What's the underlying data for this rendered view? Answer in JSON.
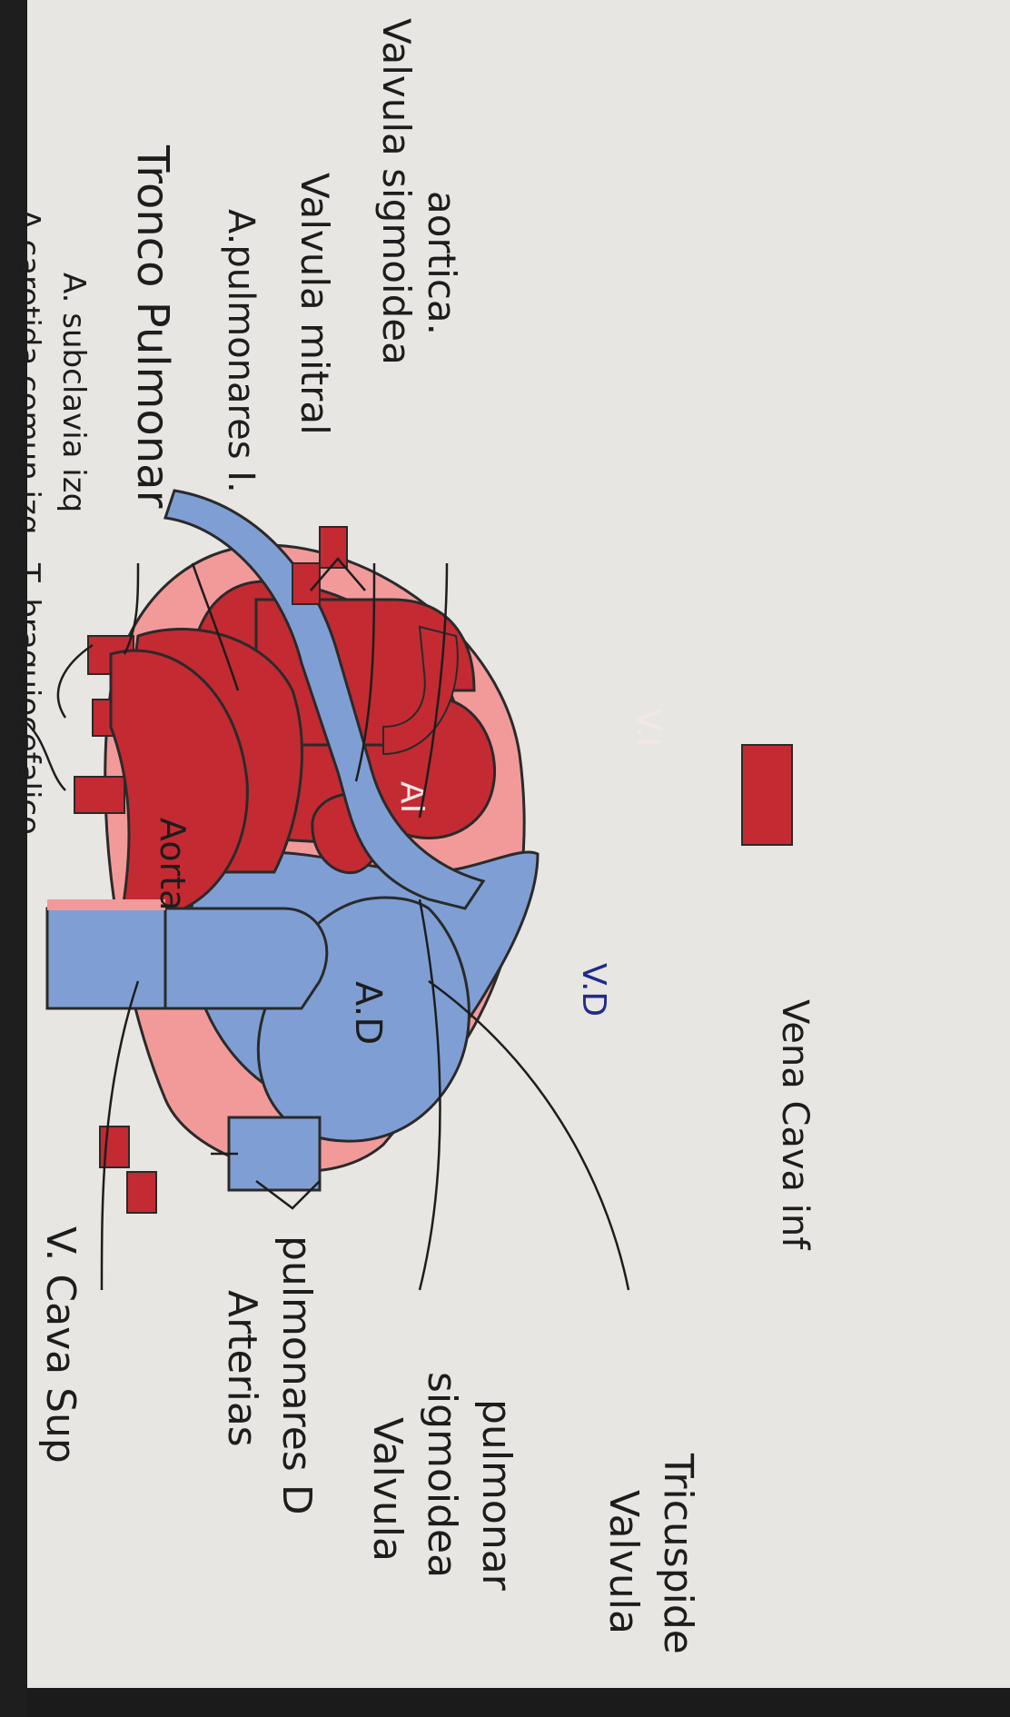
{
  "diagram": {
    "colors": {
      "paper": "#e8e6e2",
      "artery": "#c42a32",
      "artery_dark": "#a81f27",
      "vein": "#7f9fd4",
      "muscle": "#f29a9a",
      "ink": "#1d1d1d",
      "vd_label": "#1f2b8a"
    },
    "labels": {
      "t_braquiocefalico": "T. braquiocefalico",
      "a_carotida": "A.carotida comun izq.",
      "a_subclavia": "A. subclavia izq",
      "tronco_pulmonar": "Tronco Pulmonar",
      "a_pulmonares_i": "A.pulmonares I.",
      "valvula_mitral": "Valvula mitral",
      "valvula_sigmoidea_aortica_1": "Valvula sigmoidea",
      "valvula_sigmoidea_aortica_2": "aortica.",
      "v_cava_sup": "V. Cava Sup",
      "arterias_pulmonares_d_1": "Arterias",
      "arterias_pulmonares_d_2": "pulmonares D",
      "valvula_sig_pulmonar_1": "Valvula",
      "valvula_sig_pulmonar_2": "sigmoidea",
      "valvula_sig_pulmonar_3": "pulmonar",
      "valvula_tricuspide_1": "Valvula",
      "valvula_tricuspide_2": "Tricuspide",
      "vena_cava_inf": "Vena Cava inf"
    },
    "chamber_labels": {
      "aorta": "Aorta",
      "ai": "AI",
      "vi": "V.I",
      "vd": "V.D",
      "ad": "A.D"
    }
  }
}
